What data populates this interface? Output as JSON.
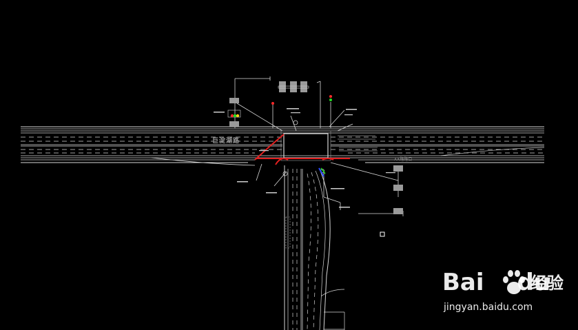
{
  "drawing": {
    "road_names": {
      "west": "巨淀湖路",
      "east": "XX路路口"
    },
    "colors": {
      "background": "#000000",
      "linework": "#d8d8d8",
      "dim_lines": "#8a8a8a",
      "crosswalk_boundary": "#e02020",
      "signal_red": "#ff2a2a",
      "signal_green": "#22dd22",
      "signal_yellow": "#ffd21a",
      "marker_blue": "#2a4cff"
    },
    "icons": {
      "signal": "traffic-light-icon",
      "cursor": "square-cursor-icon"
    }
  },
  "watermark": {
    "brand": "Bai",
    "brand_suffix": "du",
    "product": "经验",
    "url": "jingyan.baidu.com",
    "icon": "paw-icon"
  }
}
